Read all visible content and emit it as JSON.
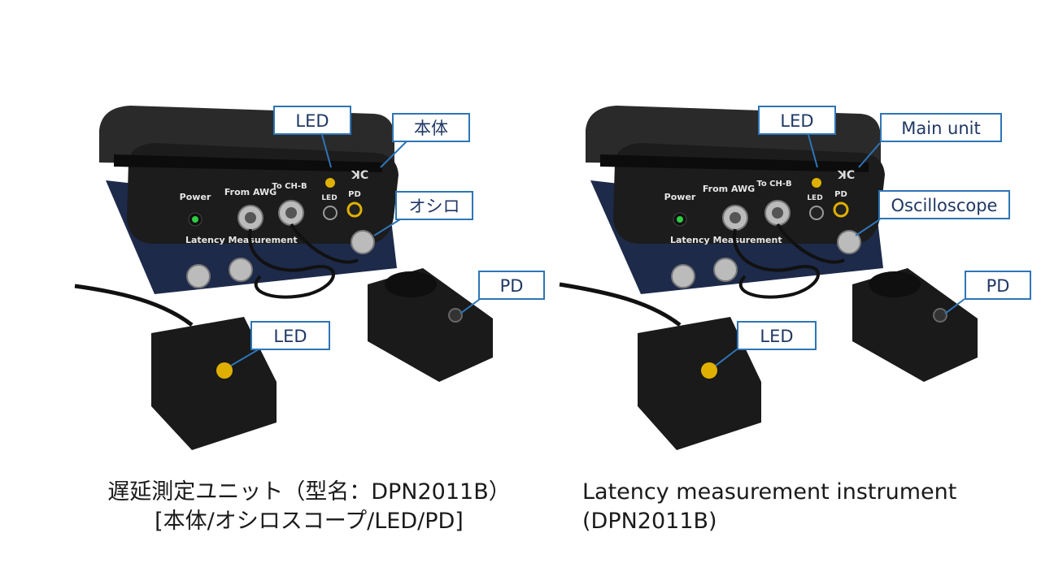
{
  "left": {
    "callouts": {
      "led_top": "LED",
      "main_unit": "本体",
      "oscilloscope": "オシロ",
      "pd": "PD",
      "led_bottom": "LED"
    },
    "caption": {
      "line1": "遅延測定ユニット（型名：DPN2011B）",
      "line2": "[本体/オシロスコープ/LED/PD]"
    }
  },
  "right": {
    "callouts": {
      "led_top": "LED",
      "main_unit": "Main unit",
      "oscilloscope": "Oscilloscope",
      "pd": "PD",
      "led_bottom": "LED"
    },
    "caption": {
      "line1": "Latency measurement instrument",
      "line2": "(DPN2011B)"
    }
  },
  "device_panel": {
    "power": "Power",
    "from_awg": "From AWG",
    "to_ch_b": "To CH-B",
    "led": "LED",
    "pd": "PD",
    "model_text": "Latency Measurement"
  },
  "colors": {
    "callout_border": "#2e75b6",
    "callout_text": "#1f3864",
    "device_body": "#1c1c1c",
    "device_base": "#1d2a4a",
    "led_yellow": "#e0b000",
    "led_green": "#2ecc40"
  }
}
